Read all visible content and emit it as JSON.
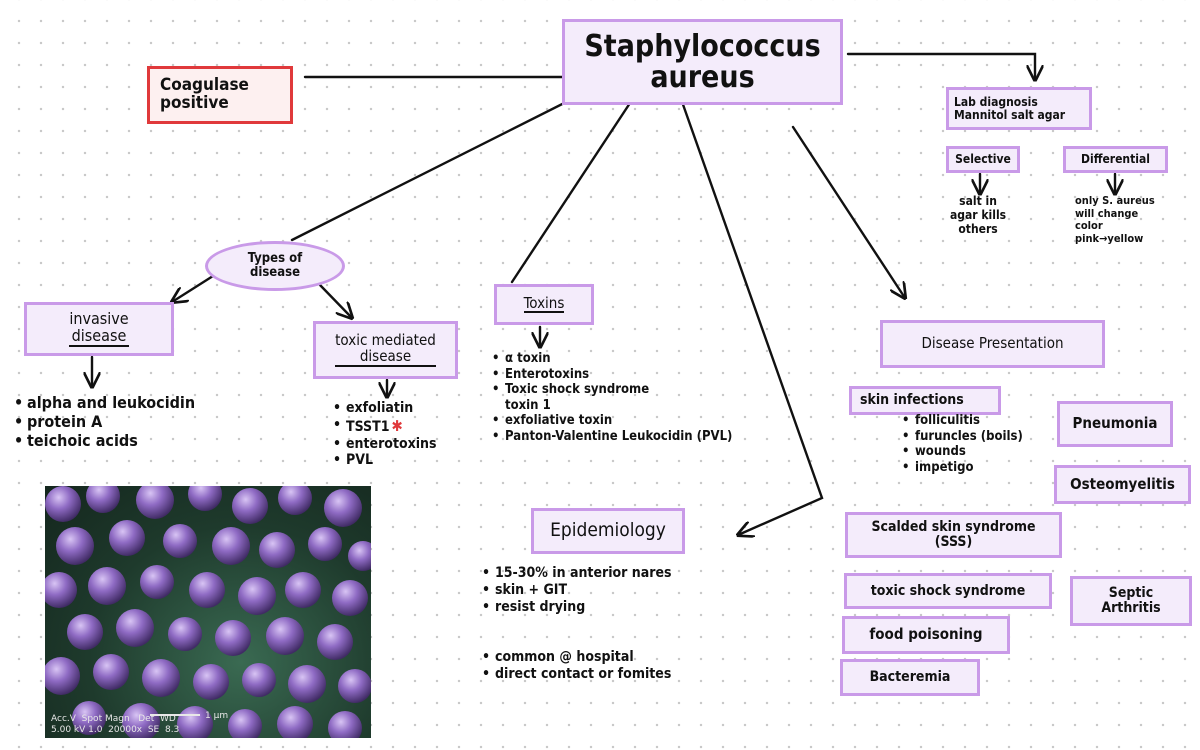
{
  "title": "Staphylococcus\naureus",
  "coagulase": "Coagulase\npositive",
  "types_of_disease": "Types of\ndisease",
  "invasive": {
    "heading": "invasive\ndisease",
    "items": [
      "alpha and leukocidin",
      "protein A",
      "teichoic acids"
    ]
  },
  "toxic": {
    "heading": "toxic mediated\ndisease",
    "items": [
      "exfoliatin",
      "TSST1",
      "enterotoxins",
      "PVL"
    ]
  },
  "toxins": {
    "heading": "Toxins",
    "items": [
      "α toxin",
      "Enterotoxins",
      "Toxic shock syndrome\ntoxin 1",
      "exfoliative toxin",
      "Panton-Valentine Leukocidin (PVL)"
    ]
  },
  "epidemiology": {
    "heading": "Epidemiology",
    "items": [
      "15-30% in anterior nares",
      "skin + GIT",
      "resist drying",
      "common @ hospital",
      "direct contact or fomites"
    ]
  },
  "lab": {
    "heading": "Lab diagnosis\nMannitol salt agar",
    "selective": "Selective",
    "selective_note": "salt in\nagar kills\nothers",
    "differential": "Differential",
    "differential_note": "only S. aureus\nwill change\ncolor\npink→yellow"
  },
  "presentation": {
    "heading": "Disease Presentation",
    "skin": {
      "heading": "skin infections",
      "items": [
        "folliculitis",
        "furuncles (boils)",
        "wounds",
        "impetigo"
      ]
    },
    "others": [
      "Pneumonia",
      "Osteomyelitis",
      "Scalded skin syndrome\n(SSS)",
      "toxic shock syndrome",
      "Septic\nArthritis",
      "food poisoning",
      "Bacteremia"
    ]
  },
  "micrograph": {
    "meta": "Acc.V  Spot Magn   Det  WD\n5.00 kV 1.0  20000x  SE  8.3",
    "scale": "1 μm"
  },
  "colors": {
    "box_border": "#c99ae8",
    "box_fill": "#f4ecfb",
    "red_border": "#e0393b",
    "cocci": "#8f6bc4"
  }
}
